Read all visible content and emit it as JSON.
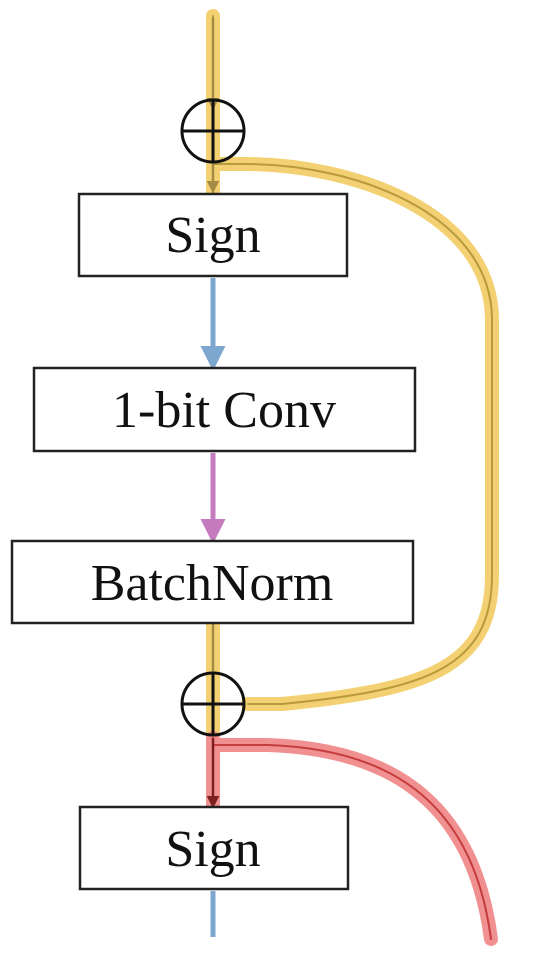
{
  "blocks": {
    "sign_top": "Sign",
    "conv": "1-bit Conv",
    "batchnorm": "BatchNorm",
    "sign_bottom": "Sign"
  },
  "colors": {
    "shortcut_yellow": "#f2cf6a",
    "shortcut_yellow_dark": "#b79a3c",
    "shortcut_red": "#f08a8a",
    "shortcut_red_dark": "#c43c3c",
    "arrow_blue": "#7ea7d0",
    "arrow_magenta": "#c77bbf",
    "arrow_dark_yellow": "#a48b44",
    "arrow_dark_red": "#7b1f1f",
    "box_border": "#222222",
    "text": "#111111"
  },
  "icons": {
    "add_top": "circled-plus-icon",
    "add_bottom": "circled-plus-icon"
  }
}
